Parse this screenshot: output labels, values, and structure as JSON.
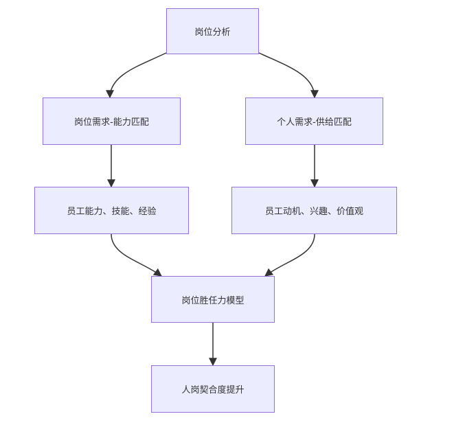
{
  "diagram": {
    "nodes": [
      {
        "id": "n1",
        "label": "岗位分析"
      },
      {
        "id": "n2",
        "label": "岗位需求-能力匹配"
      },
      {
        "id": "n3",
        "label": "个人需求-供给匹配"
      },
      {
        "id": "n4",
        "label": "员工能力、技能、经验"
      },
      {
        "id": "n5",
        "label": "员工动机、兴趣、价值观"
      },
      {
        "id": "n6",
        "label": "岗位胜任力模型"
      },
      {
        "id": "n7",
        "label": "人岗契合度提升"
      }
    ],
    "edges": [
      {
        "from": "n1",
        "to": "n2"
      },
      {
        "from": "n1",
        "to": "n3"
      },
      {
        "from": "n2",
        "to": "n4"
      },
      {
        "from": "n3",
        "to": "n5"
      },
      {
        "from": "n4",
        "to": "n6"
      },
      {
        "from": "n5",
        "to": "n6"
      },
      {
        "from": "n6",
        "to": "n7"
      }
    ],
    "colors": {
      "node_fill": "#ececff",
      "node_border": "#9370db",
      "edge": "#333333",
      "text": "#333333"
    }
  }
}
